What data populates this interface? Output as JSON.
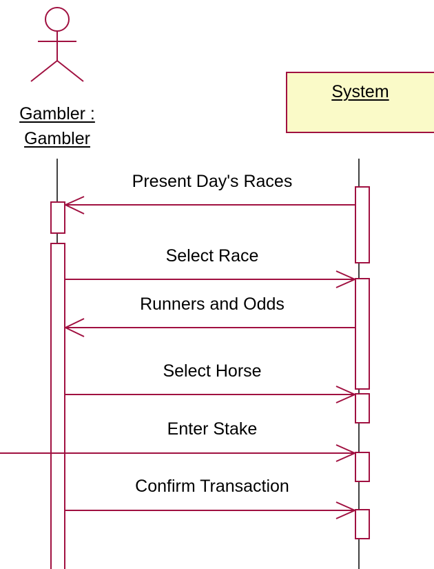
{
  "actors": [
    {
      "label_line1": "Gambler :",
      "label_line2": "Gambler"
    }
  ],
  "objects": [
    {
      "label": "System"
    }
  ],
  "messages": [
    {
      "label": "Present Day's Races",
      "direction": "System to Gambler"
    },
    {
      "label": "Select Race",
      "direction": "Gambler to System"
    },
    {
      "label": "Runners and Odds",
      "direction": "System to Gambler"
    },
    {
      "label": "Select Horse",
      "direction": "Gambler to System"
    },
    {
      "label": "Enter Stake",
      "direction": "Gambler to System"
    },
    {
      "label": "Confirm Transaction",
      "direction": "Gambler to System"
    }
  ],
  "colors": {
    "line": "#a01040",
    "object_fill": "#fafac8",
    "lifeline": "#000000"
  }
}
